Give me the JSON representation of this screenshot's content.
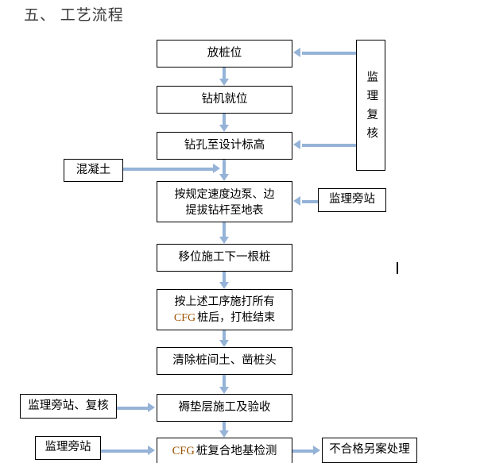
{
  "page": {
    "title": "五、  工艺流程",
    "bg_color": "#ffffff",
    "box_border_color": "#000000",
    "connector_color": "#95b3d7",
    "accent_text_color": "#9c5200"
  },
  "flow": {
    "main_nodes": [
      {
        "id": "n1",
        "label": "放桩位"
      },
      {
        "id": "n2",
        "label": "钻机就位"
      },
      {
        "id": "n3",
        "label": "钻孔至设计标高"
      },
      {
        "id": "n4",
        "line1": "按规定速度边泵、边",
        "line2": "提拔钻杆至地表"
      },
      {
        "id": "n5",
        "label": "移位施工下一根桩"
      },
      {
        "id": "n6",
        "line1": "按上述工序施打所有",
        "line2_prefix": "CFG",
        "line2": "桩后，打桩结束"
      },
      {
        "id": "n7",
        "label": "清除桩间土、凿桩头"
      },
      {
        "id": "n8",
        "label": "褥垫层施工及验收"
      },
      {
        "id": "n9",
        "prefix": "CFG",
        "label": "桩复合地基检测"
      }
    ],
    "side_nodes": [
      {
        "id": "s1",
        "label": "监理复核",
        "orientation": "vertical"
      },
      {
        "id": "s2",
        "label": "混凝土",
        "orientation": "horizontal"
      },
      {
        "id": "s3",
        "label": "监理旁站",
        "orientation": "horizontal"
      },
      {
        "id": "s4",
        "label": "监理旁站、复核",
        "orientation": "horizontal"
      },
      {
        "id": "s5",
        "label": "监理旁站",
        "orientation": "horizontal"
      },
      {
        "id": "s6",
        "label": "不合格另案处理",
        "orientation": "horizontal"
      }
    ]
  }
}
